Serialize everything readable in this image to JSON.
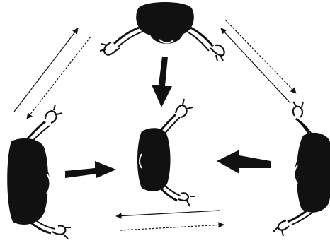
{
  "figure": {
    "background": "#ffffff",
    "ink": "#111111",
    "people": [
      {
        "role": "top-person",
        "facing": "down"
      },
      {
        "role": "center-person",
        "facing": "left"
      },
      {
        "role": "left-person",
        "facing": "right"
      },
      {
        "role": "right-person",
        "facing": "left"
      }
    ],
    "arrows": [
      {
        "role": "top-to-center",
        "style": "bold"
      },
      {
        "role": "left-to-center",
        "style": "bold"
      },
      {
        "role": "right-to-center",
        "style": "bold"
      },
      {
        "role": "top-left-exchange",
        "style": "thin-pair"
      },
      {
        "role": "top-right-exchange",
        "style": "thin-pair"
      },
      {
        "role": "bottom-exchange",
        "style": "thin-pair"
      }
    ]
  }
}
